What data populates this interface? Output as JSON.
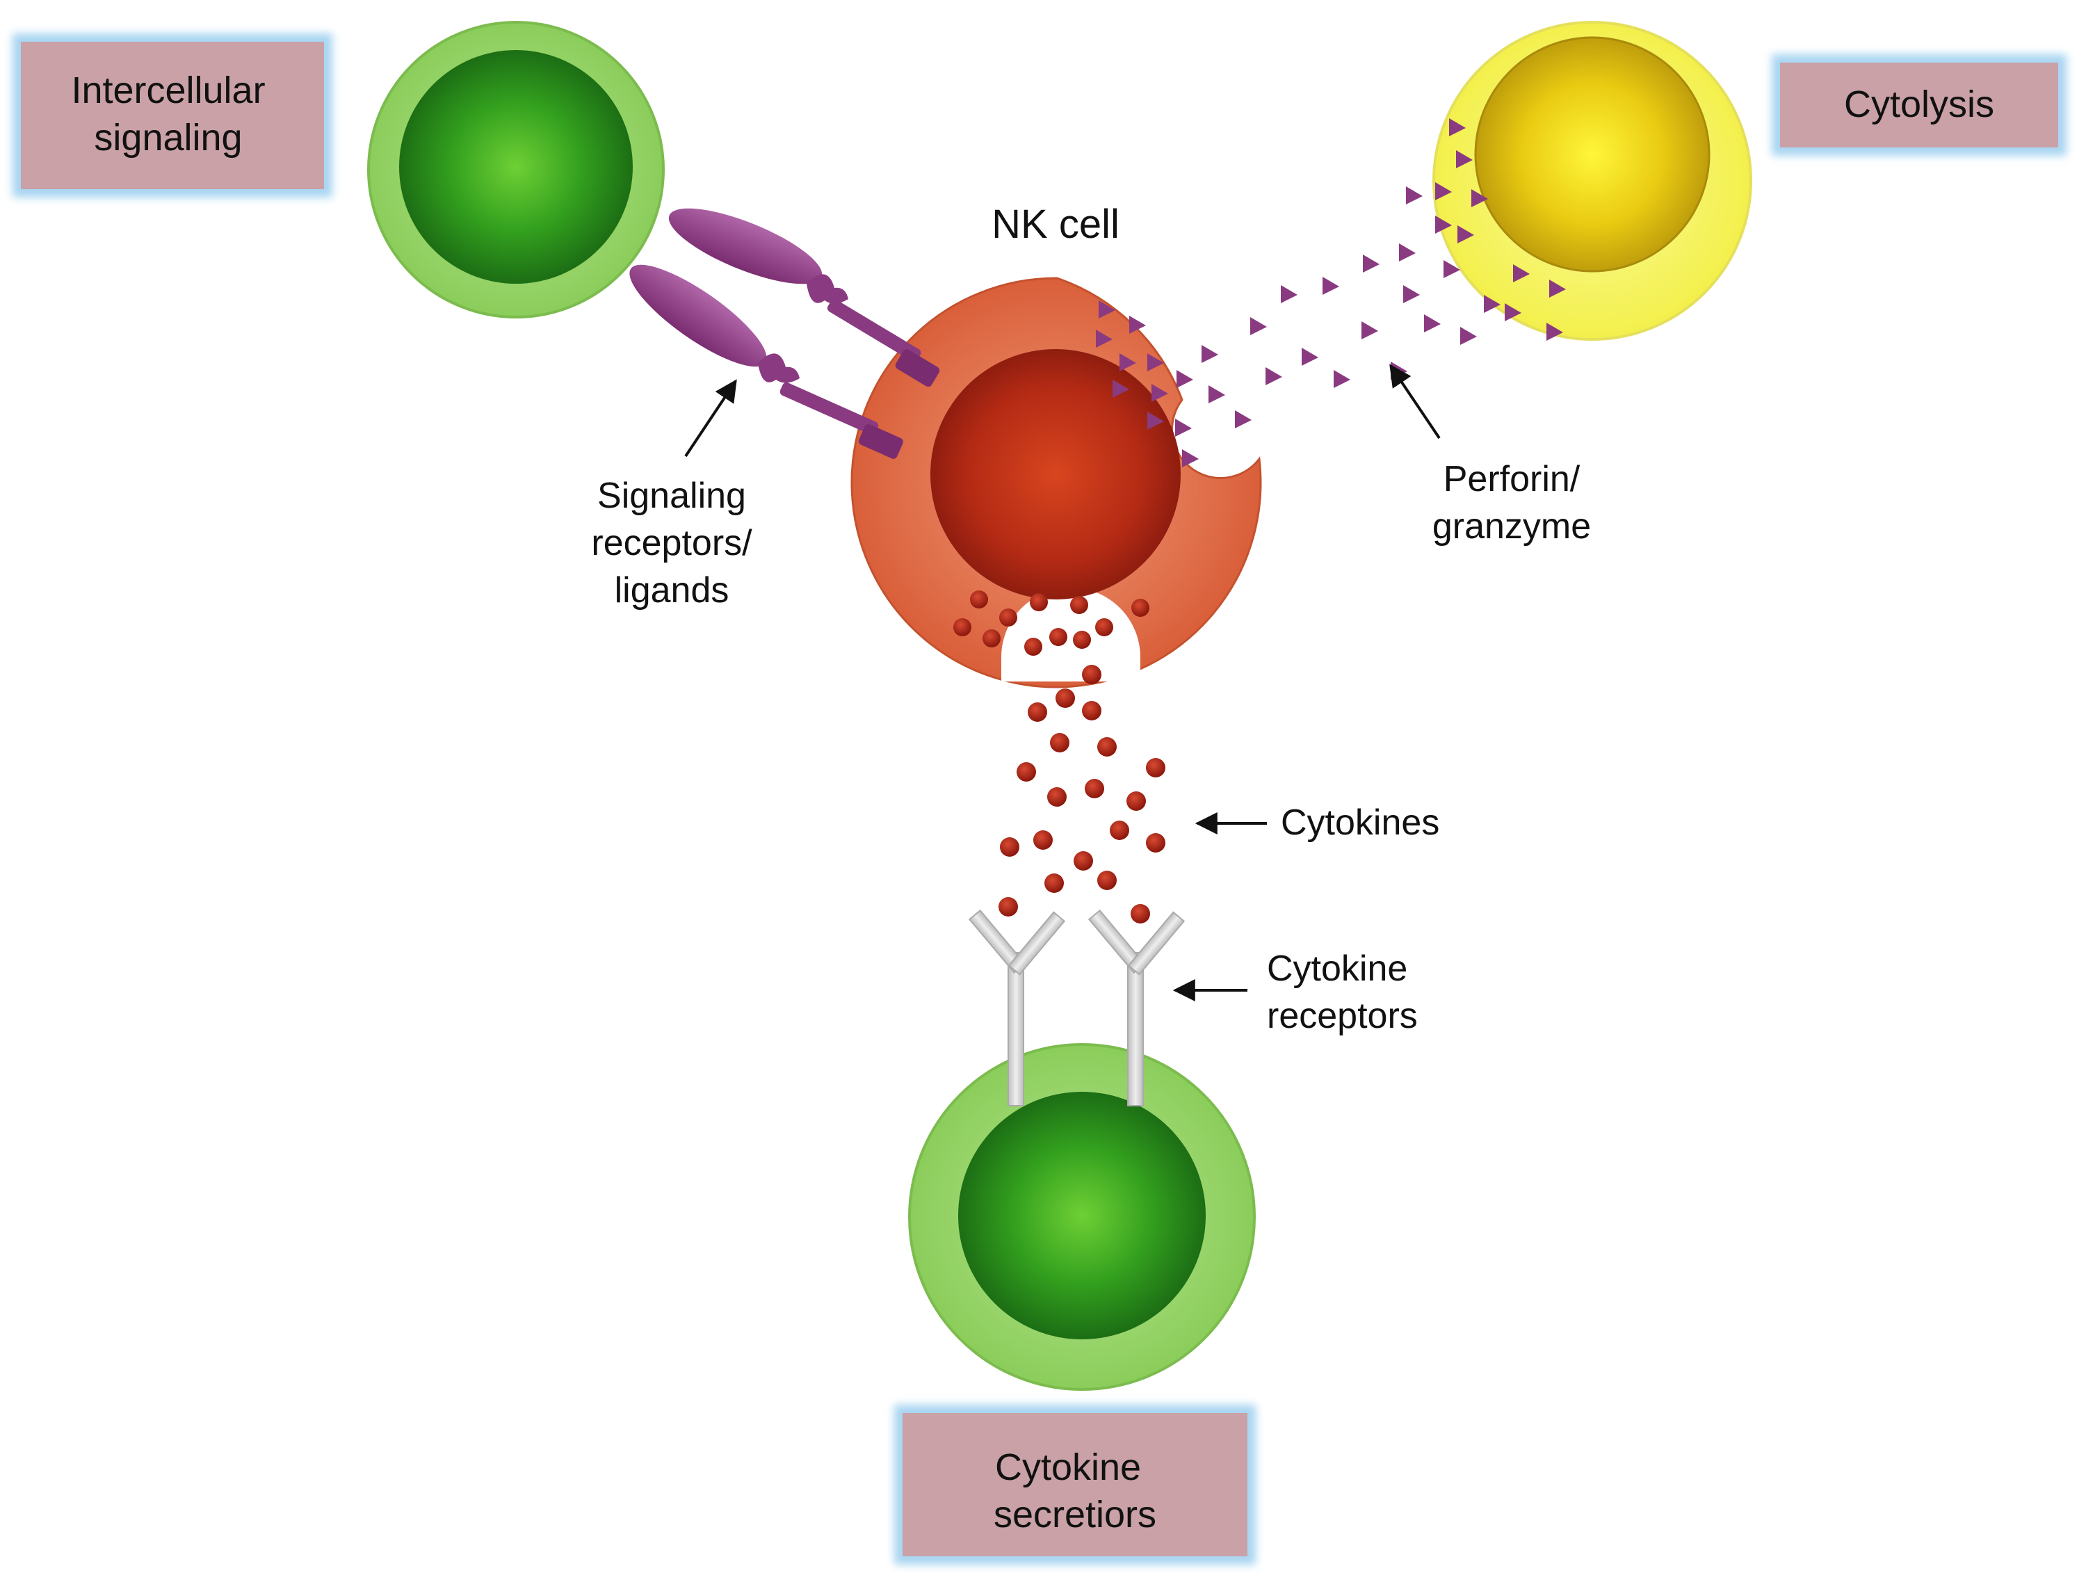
{
  "title": "NK cell",
  "boxes": {
    "intercellular_line1": "Intercellular",
    "intercellular_line2": "signaling",
    "cytolysis": "Cytolysis",
    "cytokine_line1": "Cytokine",
    "cytokine_line2": "secretiors"
  },
  "labels": {
    "signaling_line1": "Signaling",
    "signaling_line2": "receptors/",
    "signaling_line3": "ligands",
    "perforin_line1": "Perforin/",
    "perforin_line2": "granzyme",
    "cytokines": "Cytokines",
    "cytokine_receptors_line1": "Cytokine",
    "cytokine_receptors_line2": "receptors"
  },
  "colors": {
    "box_fill": "#c9a1a6",
    "box_glow": "#a9d4f0",
    "green_outer": "#8fd160",
    "green_inner": "#2c8a1e",
    "yellow_outer": "#f5f25a",
    "yellow_inner": "#e8c80e",
    "nk_outer": "#dd6a45",
    "nk_inner": "#b8301a",
    "purple": "#8a3a80",
    "granule": "#b02414",
    "receptor_gray": "#d3d3d3"
  }
}
